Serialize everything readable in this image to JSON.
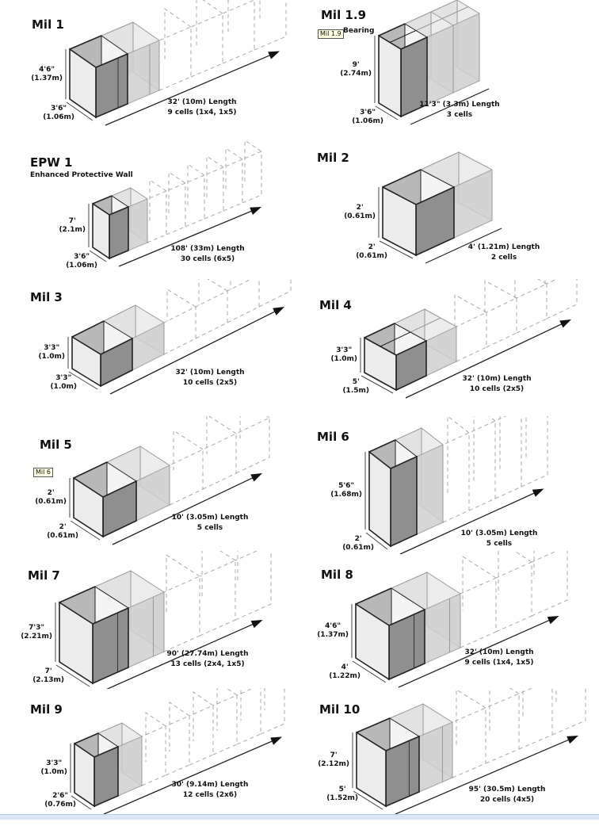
{
  "panels": [
    {
      "title": "Mil 1",
      "height": "4'6\"",
      "height_m": "(1.37m)",
      "depth": "3'6\"",
      "depth_m": "(1.06m)",
      "length": "32' (10m) Length",
      "cells": "9 cells (1x4, 1x5)"
    },
    {
      "title": "Mil 1.9",
      "subtitle": "Bearing",
      "height": "9'",
      "height_m": "(2.74m)",
      "depth": "3'6\"",
      "depth_m": "(1.06m)",
      "length": "11'3\" (3.3m) Length",
      "cells": "3 cells"
    },
    {
      "title": "EPW 1",
      "subtitle": "Enhanced Protective Wall",
      "height": "7'",
      "height_m": "(2.1m)",
      "depth": "3'6\"",
      "depth_m": "(1.06m)",
      "length": "108' (33m) Length",
      "cells": "30 cells (6x5)"
    },
    {
      "title": "Mil 2",
      "height": "2'",
      "height_m": "(0.61m)",
      "depth": "2'",
      "depth_m": "(0.61m)",
      "length": "4' (1.21m) Length",
      "cells": "2 cells"
    },
    {
      "title": "Mil 3",
      "height": "3'3\"",
      "height_m": "(1.0m)",
      "depth": "3'3\"",
      "depth_m": "(1.0m)",
      "length": "32' (10m) Length",
      "cells": "10 cells  (2x5)"
    },
    {
      "title": "Mil 4",
      "height": "3'3\"",
      "height_m": "(1.0m)",
      "depth": "5'",
      "depth_m": "(1.5m)",
      "length": "32' (10m) Length",
      "cells": "10 cells (2x5)"
    },
    {
      "title": "Mil 5",
      "height": "2'",
      "height_m": "(0.61m)",
      "depth": "2'",
      "depth_m": "(0.61m)",
      "length": "10' (3.05m) Length",
      "cells": "5 cells"
    },
    {
      "title": "Mil 6",
      "height": "5'6\"",
      "height_m": "(1.68m)",
      "depth": "2'",
      "depth_m": "(0.61m)",
      "length": "10' (3.05m) Length",
      "cells": "5 cells"
    },
    {
      "title": "Mil 7",
      "height": "7'3\"",
      "height_m": "(2.21m)",
      "depth": "7'",
      "depth_m": "(2.13m)",
      "length": "90' (27.74m) Length",
      "cells": "13 cells (2x4, 1x5)"
    },
    {
      "title": "Mil 8",
      "height": "4'6\"",
      "height_m": "(1.37m)",
      "depth": "4'",
      "depth_m": "(1.22m)",
      "length": "32' (10m) Length",
      "cells": "9 cells (1x4, 1x5)"
    },
    {
      "title": "Mil 9",
      "height": "3'3\"",
      "height_m": "(1.0m)",
      "depth": "2'6\"",
      "depth_m": "(0.76m)",
      "length": "30' (9.14m) Length",
      "cells": "12 cells (2x6)"
    },
    {
      "title": "Mil 10",
      "height": "7'",
      "height_m": "(2.12m)",
      "depth": "5'",
      "depth_m": "(1.52m)",
      "length": "95' (30.5m) Length",
      "cells": "20 cells (4x5)"
    }
  ],
  "tooltips": {
    "mil19": "Mil 1.9",
    "mil6": "Mil 6"
  },
  "colors": {
    "front": "#ececec",
    "side": "#8f8f8f",
    "ghost": "#cfcfcf",
    "inner": "#b8b8b8",
    "line": "#222222",
    "dash": "#aaaaaa"
  }
}
